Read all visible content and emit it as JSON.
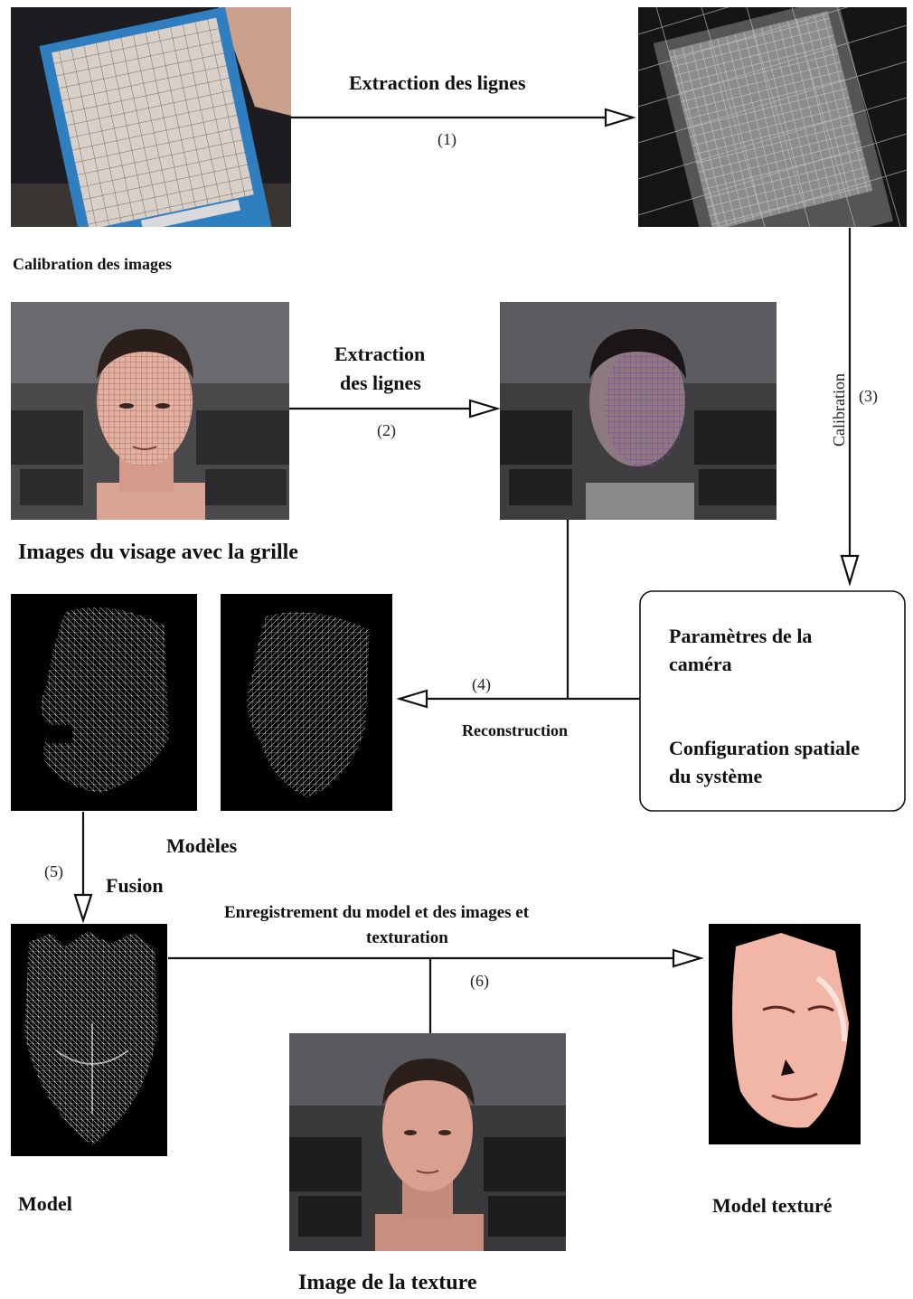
{
  "labels": {
    "calib_images": "Calibration des images",
    "extract1": "Extraction des lignes",
    "step1": "(1)",
    "extract2_line1": "Extraction",
    "extract2_line2": "des lignes",
    "step2": "(2)",
    "calibration": "Calibration",
    "step3": "(3)",
    "face_grid": "Images du visage avec la grille",
    "params_line1": "Paramètres de la",
    "params_line2": "caméra",
    "config_line1": "Configuration spatiale",
    "config_line2": "du système",
    "step4": "(4)",
    "reconstruction": "Reconstruction",
    "models": "Modèles",
    "step5": "(5)",
    "fusion": "Fusion",
    "register_line1": "Enregistrement du model et des images et",
    "register_line2": "texturation",
    "step6": "(6)",
    "model": "Model",
    "textured_model": "Model texturé",
    "texture_image": "Image de la texture"
  },
  "colors": {
    "line": "#111111",
    "calib_board_blue": "#2f7fc0",
    "skin": "#e8b0a0",
    "purple_mesh": "#8a3fa0",
    "background_dark": "#0a0a0a"
  }
}
